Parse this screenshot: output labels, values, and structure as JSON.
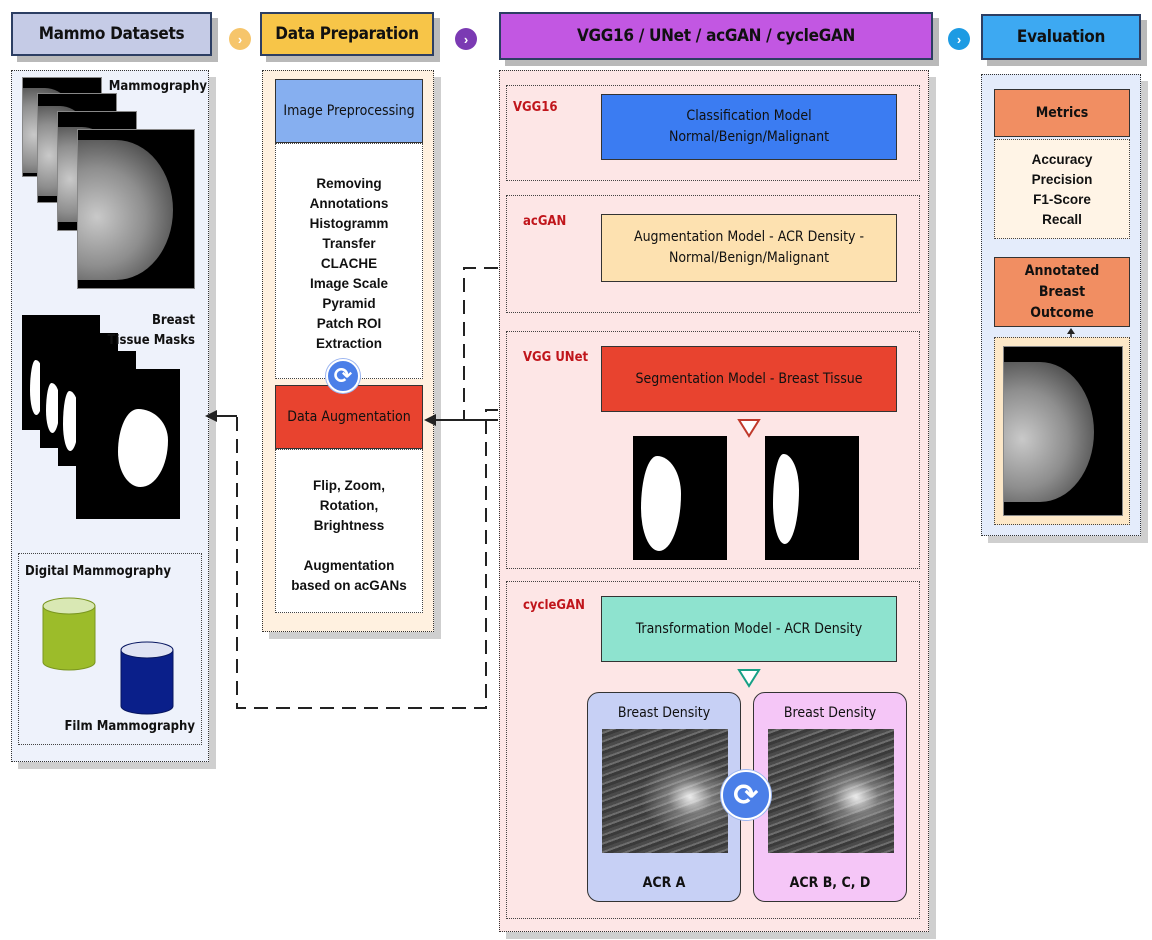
{
  "headers": {
    "datasets": "Mammo Datasets",
    "preparation": "Data Preparation",
    "models": "VGG16 / UNet / acGAN / cycleGAN",
    "evaluation": "Evaluation"
  },
  "datasets": {
    "mammography_label": "Mammography",
    "masks_label": "Breast Tissue Masks",
    "digital_label": "Digital Mammography",
    "film_label": "Film Mammography"
  },
  "preparation": {
    "preprocessing_title": "Image Preprocessing",
    "preprocessing_steps": [
      "Removing",
      "Annotations",
      "Histogramm",
      "Transfer",
      "CLACHE",
      "Image Scale",
      "Pyramid",
      "Patch ROI",
      "Extraction"
    ],
    "augmentation_title": "Data Augmentation",
    "augmentation_steps": [
      "Flip, Zoom,",
      "Rotation,",
      "Brightness",
      "",
      "Augmentation",
      "based on acGANs"
    ]
  },
  "models": {
    "vgg16": {
      "tag": "VGG16",
      "title": "Classification Model\nNormal/Benign/Malignant"
    },
    "acgan": {
      "tag": "acGAN",
      "title": "Augmentation Model - ACR Density -\nNormal/Benign/Malignant"
    },
    "vggunet": {
      "tag": "VGG UNet",
      "title": "Segmentation Model - Breast Tissue"
    },
    "cyclegan": {
      "tag": "cycleGAN",
      "title": "Transformation Model - ACR Density",
      "left_title": "Breast Density",
      "left_class": "ACR A",
      "right_title": "Breast Density",
      "right_class": "ACR B, C, D"
    }
  },
  "evaluation": {
    "metrics_title": "Metrics",
    "metrics": [
      "Accuracy",
      "Precision",
      "F1-Score",
      "Recall"
    ],
    "outcome_title": "Annotated Breast Outcome"
  },
  "colors": {
    "datasets_header": "#c5cbe6",
    "preparation_header": "#f7c548",
    "models_header": "#c257e2",
    "evaluation_header": "#3da9f2",
    "vgg16_box": "#3b7cf2",
    "acgan_box": "#fde1b0",
    "vggunet_box": "#e8432f",
    "cyclegan_box": "#8ee3cf",
    "metrics_box": "#f18e62",
    "preprocessing_box": "#86aff0",
    "augmentation_box": "#e8432f"
  },
  "icons": [
    "chevron-right-icon",
    "refresh-icon",
    "database-cylinder-icon",
    "triangle-down-icon",
    "arrow-left-icon"
  ]
}
